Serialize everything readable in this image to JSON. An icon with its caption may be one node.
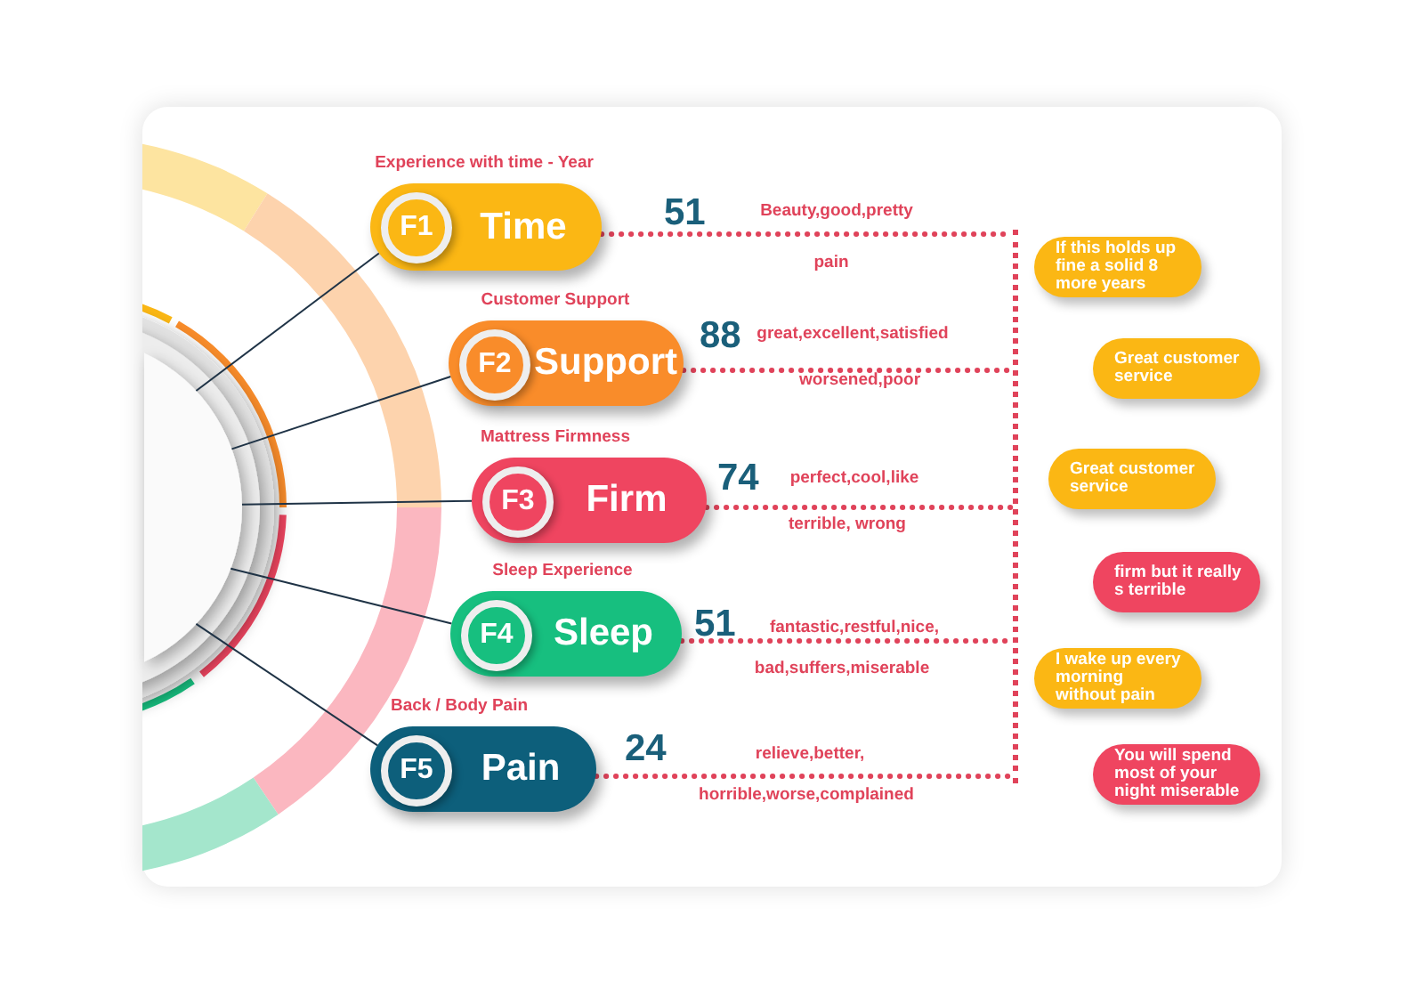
{
  "diagram": {
    "nodes": [
      {
        "text": [],
        "shape": "circle"
      },
      {
        "text": [
          "Experience with time - Year",
          "F1",
          "Time"
        ],
        "beside": [
          "51",
          "Beauty,good,pretty",
          "pain"
        ]
      },
      {
        "text": [
          "Customer Support",
          "F2",
          "Support"
        ],
        "beside": [
          "88",
          "great,excellent,satisfied",
          "worsened,poor"
        ]
      },
      {
        "text": [
          "Mattress Firmness",
          "F3",
          "Firm"
        ],
        "beside": [
          "74",
          "perfect,cool,like",
          "terrible, wrong"
        ]
      },
      {
        "text": [
          "Sleep Experience",
          "F4",
          "Sleep"
        ],
        "beside": [
          "51",
          "fantastic,restful,nice,",
          "bad,suffers,miserable"
        ]
      },
      {
        "text": [
          "Back / Body Pain",
          "F5",
          "Pain"
        ],
        "beside": [
          "24",
          "relieve,better,",
          "horrible,worse,complained"
        ]
      },
      {
        "text": [],
        "shape": "bar"
      },
      {
        "text": [
          "If this holds up fine a solid 8 more years"
        ]
      },
      {
        "text": [
          "Great customer service"
        ]
      },
      {
        "text": [
          "Great customer service"
        ]
      },
      {
        "text": [
          "firm but it really s terrible"
        ]
      },
      {
        "text": [
          "I wake up every morning without pain"
        ]
      },
      {
        "text": [
          "You will spend most of your night miserable"
        ]
      }
    ],
    "edges": [
      {
        "from": 0,
        "to": 1,
        "arrow": "none"
      },
      {
        "from": 0,
        "to": 2,
        "arrow": "none"
      },
      {
        "from": 0,
        "to": 3,
        "arrow": "none"
      },
      {
        "from": 0,
        "to": 4,
        "arrow": "none"
      },
      {
        "from": 0,
        "to": 5,
        "arrow": "none"
      },
      {
        "from": 1,
        "to": 6,
        "arrow": "none",
        "style": "dashed",
        "color": "#e0435a"
      },
      {
        "from": 2,
        "to": 6,
        "arrow": "none",
        "style": "dashed",
        "color": "#e0435a"
      },
      {
        "from": 3,
        "to": 6,
        "arrow": "none",
        "style": "dashed",
        "color": "#e0435a"
      },
      {
        "from": 4,
        "to": 6,
        "arrow": "none",
        "style": "dashed",
        "color": "#e0435a"
      },
      {
        "from": 5,
        "to": 6,
        "arrow": "none",
        "style": "dashed",
        "color": "#e0435a"
      }
    ]
  }
}
